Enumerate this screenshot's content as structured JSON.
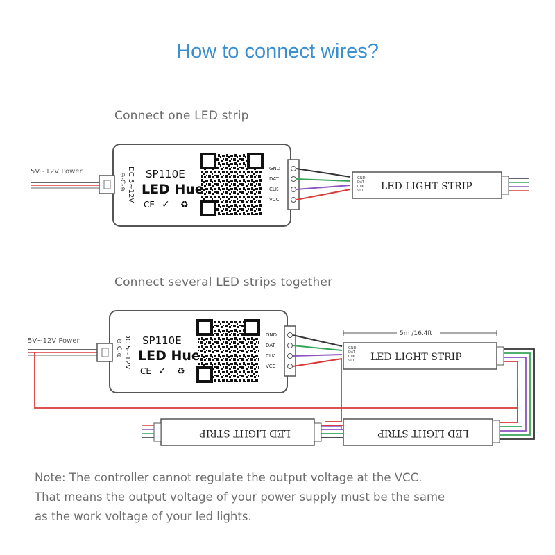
{
  "title": "How to connect wires?",
  "section1": {
    "heading": "Connect one LED strip"
  },
  "section2": {
    "heading": "Connect several LED strips together",
    "length_label": "5m /16.4ft"
  },
  "controller": {
    "model": "SP110E",
    "brand": "LED Hue",
    "voltage": "DC 5~12V",
    "pins": [
      "GND",
      "DAT",
      "CLK",
      "VCC"
    ]
  },
  "power_label": "5V~12V Power",
  "strip": {
    "label": "LED LIGHT STRIP",
    "pins": [
      "GND",
      "DAT",
      "CLK",
      "VCC"
    ]
  },
  "wire_colors": {
    "gnd": "#333333",
    "dat": "#3aa55a",
    "clk": "#8a55c0",
    "vcc": "#d83a3a",
    "title": "#3a8fd0"
  },
  "note": {
    "line1": "Note:  The controller cannot regulate the output voltage at the VCC.",
    "line2": "That means the output voltage of your power supply must be the same",
    "line3": "as the work voltage of your led lights."
  }
}
